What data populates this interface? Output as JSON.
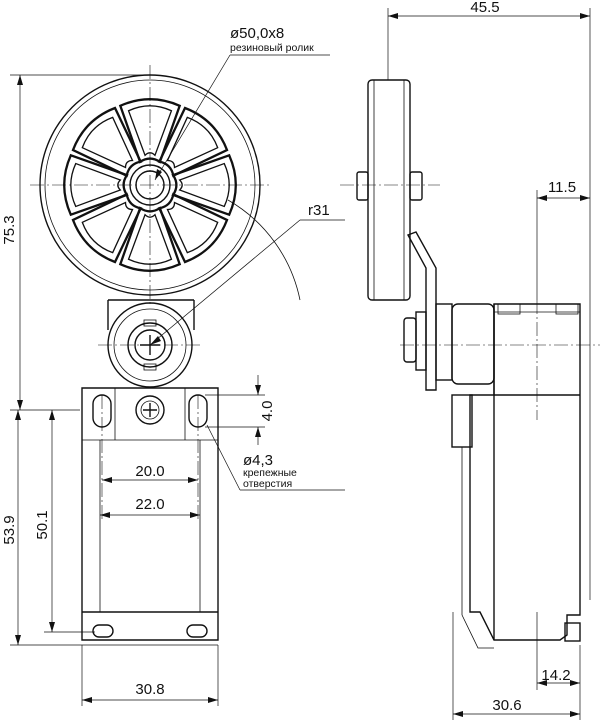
{
  "title": "",
  "front_view": {
    "roller_diameter": "ø50,0x8",
    "roller_note": "резиновый ролик",
    "radius": "r31",
    "height_total": "75.3",
    "height_body": "53.9",
    "height_holes": "50.1",
    "hole_spacing_inner": "20.0",
    "hole_spacing_outer": "22.0",
    "slot_length": "4.0",
    "hole_diameter": "ø4,3",
    "hole_note_line1": "крепежные",
    "hole_note_line2": "отверстия",
    "body_width": "30.8"
  },
  "side_view": {
    "overall_width": "45.5",
    "offset_top": "11.5",
    "offset_bottom": "14.2",
    "body_depth": "30.6"
  }
}
